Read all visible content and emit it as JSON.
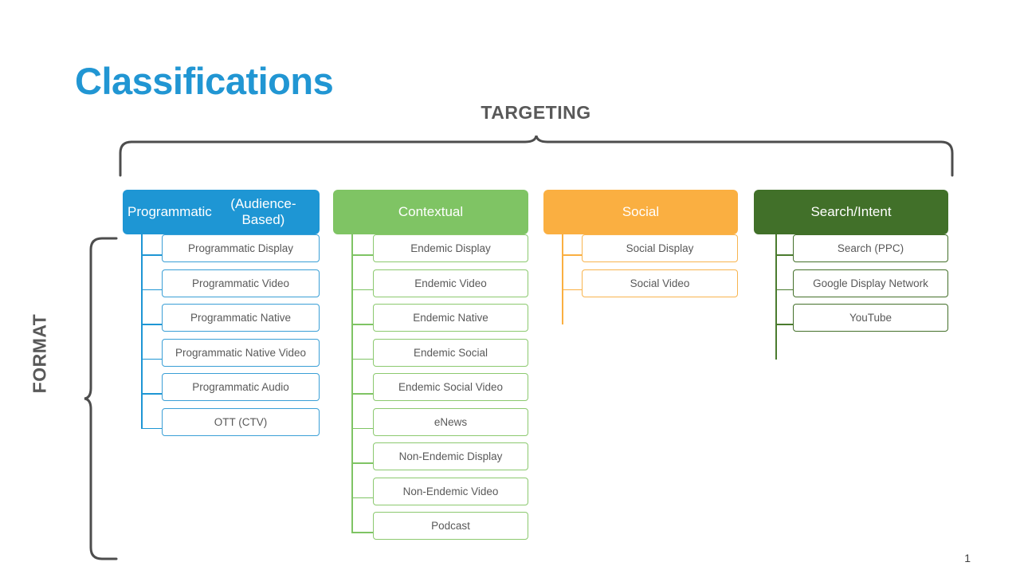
{
  "slide": {
    "title": "Classifications",
    "page_number": "1"
  },
  "dimensions": {
    "targeting_label": "TARGETING",
    "format_label": "FORMAT",
    "brace_color": "#4d4d4d"
  },
  "columns": [
    {
      "id": "programmatic",
      "header": "Programmatic\n(Audience-Based)",
      "header_line1": "Programmatic",
      "header_line2": "(Audience-Based)",
      "color": "#1e96d4",
      "children": [
        "Programmatic Display",
        "Programmatic Video",
        "Programmatic Native",
        "Programmatic Native Video",
        "Programmatic Audio",
        "OTT (CTV)"
      ]
    },
    {
      "id": "contextual",
      "header": "Contextual",
      "header_line1": "Contextual",
      "header_line2": "",
      "color": "#7fc464",
      "children": [
        "Endemic Display",
        "Endemic Video",
        "Endemic Native",
        "Endemic Social",
        "Endemic Social Video",
        "eNews",
        "Non-Endemic Display",
        "Non-Endemic Video",
        "Podcast"
      ]
    },
    {
      "id": "social",
      "header": "Social",
      "header_line1": "Social",
      "header_line2": "",
      "color": "#faaf41",
      "children": [
        "Social Display",
        "Social Video"
      ]
    },
    {
      "id": "search-intent",
      "header": "Search/Intent",
      "header_line1": "Search/Intent",
      "header_line2": "",
      "color": "#417029",
      "children": [
        "Search (PPC)",
        "Google Display Network",
        "YouTube"
      ]
    }
  ]
}
